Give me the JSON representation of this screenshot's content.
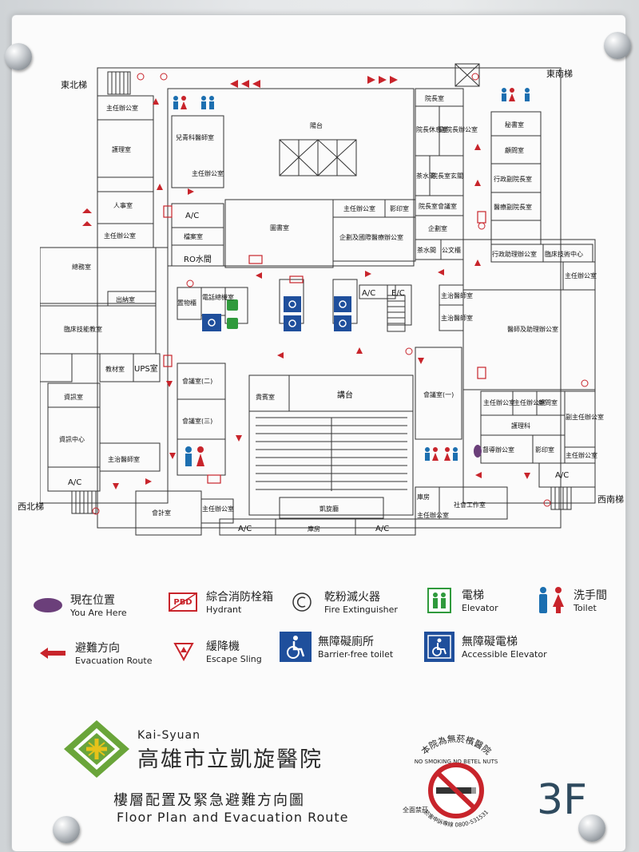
{
  "map": {
    "stairs": {
      "northeast": "東北梯",
      "southeast": "東南梯",
      "northwest": "西北梯",
      "southwest": "西南梯"
    },
    "rooms": {
      "director_office_1": "主任辦公室",
      "nursing": "護理室",
      "personnel": "人事室",
      "director_office_2": "主任辦公室",
      "pediatric": "兒青科醫師室",
      "director_office_3": "主任辦公室",
      "ac_1": "A/C",
      "archive": "檔案室",
      "ro_water": "RO水間",
      "terrace": "陽台",
      "library": "圖書室",
      "director_office_4": "主任辦公室",
      "printing": "影印室",
      "planning": "企劃及國際醫療辦公室",
      "superintendent": "院長室",
      "superintendent_rest": "院長休息室",
      "vice_office": "副院長辦公室",
      "tea_1": "茶水間",
      "superintendent_entry": "院長室玄關",
      "vice_meeting": "院長室會議室",
      "planning_office": "企劃室",
      "tea_2": "茶水間",
      "document": "公文櫃",
      "secretary": "秘書室",
      "counselor": "顧問室",
      "admin_vp": "行政副院長室",
      "medical_vp": "醫療副院長室",
      "admin_assist": "行政助理辦公室",
      "clinical_center": "臨床技術中心",
      "director_office_5": "主任辦公室",
      "general": "總務室",
      "cashier": "出納室",
      "clinical_class": "臨床技能教室",
      "materials": "教材室",
      "ups": "UPS室",
      "info": "資訊室",
      "info_center": "資訊中心",
      "ac_2": "A/C",
      "attending": "主治醫師室",
      "storage": "置物櫃",
      "elec_room": "電話總機室",
      "ac_3": "A/C",
      "ec": "E/C",
      "attending_1": "主治醫師室",
      "attending_2": "主治醫師室",
      "physician_assist": "醫師及助理辦公室",
      "meeting_2": "會議室(二)",
      "meeting_3": "會議室(三)",
      "vip": "貴賓室",
      "stage": "講台",
      "meeting_1": "會議室(一)",
      "director_office_6": "主任辦公室",
      "director_office_7": "主任辦公室",
      "counselor_2": "顧問室",
      "nursing_dept": "護理科",
      "vice_director": "副主任辦公室",
      "supervisor": "督導辦公室",
      "printing_2": "影印室",
      "director_office_8": "主任辦公室",
      "ac_4": "A/C",
      "accounting": "會計室",
      "director_office_9": "主任辦公室",
      "ac_5": "A/C",
      "warehouse": "庫房",
      "kaisyuan_hall": "凱旋廳",
      "ac_6": "A/C",
      "warehouse_2": "庫房",
      "director_office_10": "主任辦公室",
      "social_work": "社會工作室"
    }
  },
  "legend": {
    "you_are_here": {
      "zh": "現在位置",
      "en": "You Are Here"
    },
    "hydrant": {
      "zh": "綜合消防栓箱",
      "en": "Hydrant",
      "icon_text": "PBD"
    },
    "extinguisher": {
      "zh": "乾粉滅火器",
      "en": "Fire Extinguisher"
    },
    "elevator": {
      "zh": "電梯",
      "en": "Elevator"
    },
    "toilet": {
      "zh": "洗手間",
      "en": "Toilet"
    },
    "evacuation": {
      "zh": "避難方向",
      "en": "Evacuation Route"
    },
    "sling": {
      "zh": "緩降機",
      "en": "Escape Sling"
    },
    "bf_toilet": {
      "zh": "無障礙廁所",
      "en": "Barrier-free toilet"
    },
    "bf_elevator": {
      "zh": "無障礙電梯",
      "en": "Accessible Elevator"
    }
  },
  "hospital": {
    "name_en": "Kai-Syuan",
    "name_zh": "高雄市立凱旋醫院",
    "plan_zh": "樓層配置及緊急避難方向圖",
    "plan_en": "Floor Plan and Evacuation Route"
  },
  "no_smoking": {
    "zh_top": "本院為無菸檳醫院",
    "en": "NO SMOKING,NO BETEL NUTS",
    "zh_left": "全面禁菸",
    "zh_bottom": "菸害申訴專線 0800-531531"
  },
  "floor": "3F",
  "colors": {
    "evac_red": "#c8242b",
    "accessible_blue": "#1f4f9c",
    "elevator_green": "#2f9a3c",
    "toilet_male": "#1c6fb0",
    "toilet_female": "#c8242b",
    "you_are_here": "#6b3f7a",
    "logo_green": "#6aa53a",
    "logo_yellow": "#e7c21a",
    "floor_text": "#2e4a5e"
  }
}
